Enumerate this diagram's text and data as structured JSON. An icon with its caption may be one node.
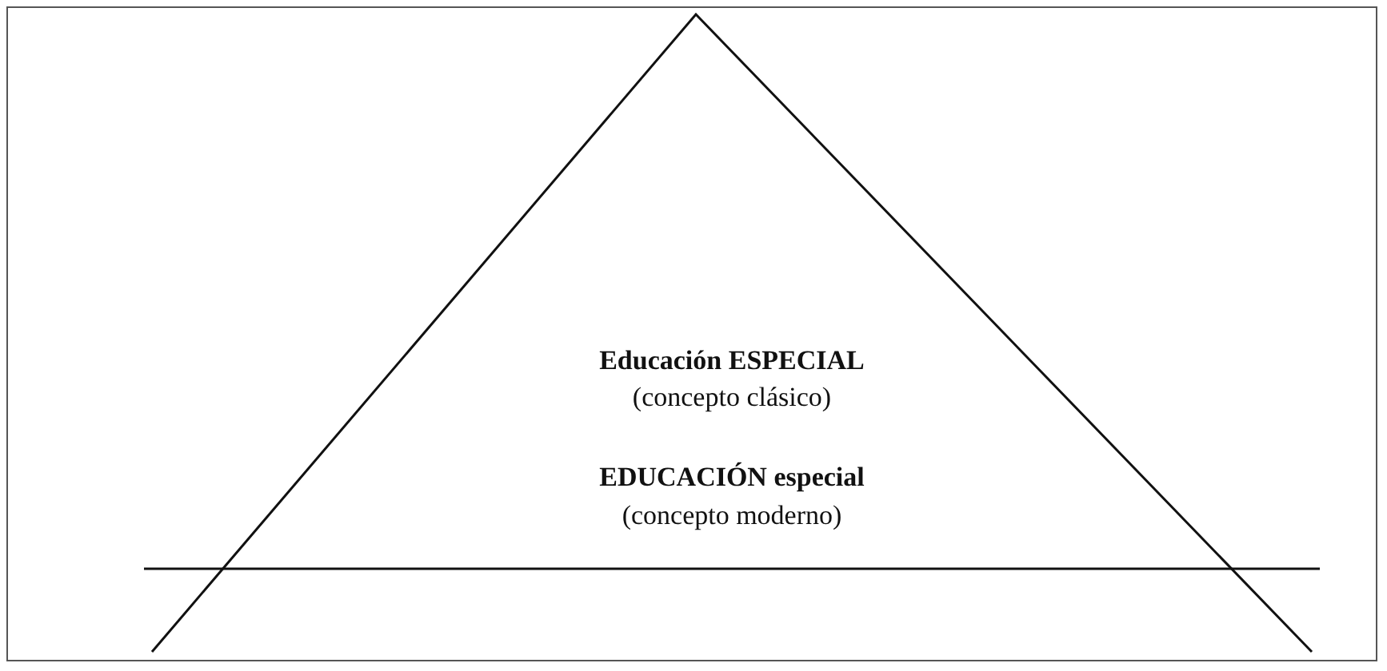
{
  "diagram": {
    "nodes": [
      {
        "text": [
          "Educación ESPECIAL",
          "(concepto clásico)",
          "EDUCACIÓN especial",
          "(concepto moderno)"
        ]
      }
    ]
  }
}
